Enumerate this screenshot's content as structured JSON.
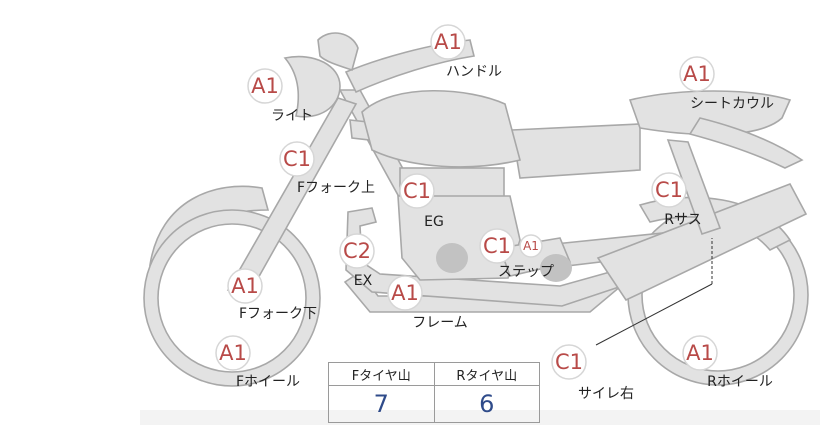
{
  "parts": [
    {
      "id": "handle",
      "grade": "A1",
      "label": "ハンドル"
    },
    {
      "id": "light",
      "grade": "A1",
      "label": "ライト"
    },
    {
      "id": "seat-cowl",
      "grade": "A1",
      "label": "シートカウル"
    },
    {
      "id": "f-fork-upper",
      "grade": "C1",
      "label": "Fフォーク上"
    },
    {
      "id": "eg",
      "grade": "C1",
      "label": "EG"
    },
    {
      "id": "r-sus",
      "grade": "C1",
      "label": "Rサス"
    },
    {
      "id": "ex",
      "grade": "C2",
      "label": "EX"
    },
    {
      "id": "step",
      "grade": "C1",
      "label": "ステップ"
    },
    {
      "id": "step-small",
      "grade": "A1",
      "label": ""
    },
    {
      "id": "f-fork-lower",
      "grade": "A1",
      "label": "Fフォーク下"
    },
    {
      "id": "frame",
      "grade": "A1",
      "label": "フレーム"
    },
    {
      "id": "f-wheel",
      "grade": "A1",
      "label": "Fホイール"
    },
    {
      "id": "muffler-right",
      "grade": "C1",
      "label": "サイレ右"
    },
    {
      "id": "r-wheel",
      "grade": "A1",
      "label": "Rホイール"
    }
  ],
  "tire_table": {
    "headers": [
      "Fタイヤ山",
      "Rタイヤ山"
    ],
    "values": [
      "7",
      "6"
    ]
  },
  "colors": {
    "grade_text": "#b84a48",
    "value_text": "#2f4b8a",
    "bike_fill": "#e2e2e2",
    "bike_stroke": "#a8a8a8"
  }
}
